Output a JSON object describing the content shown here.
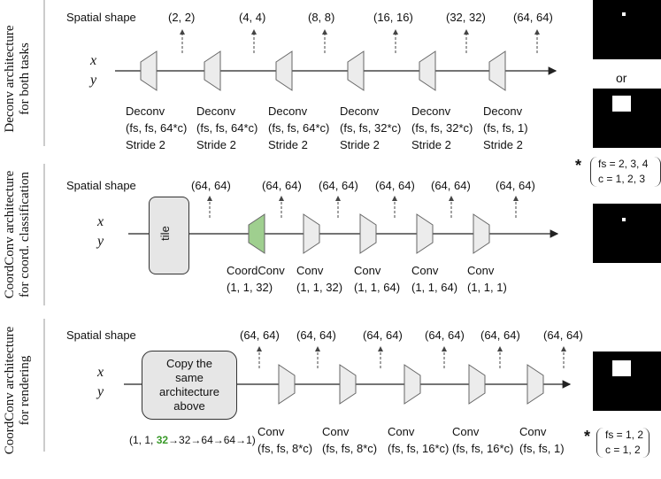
{
  "side_labels": {
    "deconv": [
      "Deconv architecture",
      "for both tasks"
    ],
    "coordclass": [
      "CoordConv architecture",
      "for coord. classification"
    ],
    "render": [
      "CoordConv architecture",
      "for rendering"
    ]
  },
  "input_vars": [
    "x",
    "y"
  ],
  "spatial_shape_label": "Spatial shape",
  "deconv_row": {
    "shapes": [
      "(2, 2)",
      "(4, 4)",
      "(8, 8)",
      "(16, 16)",
      "(32, 32)",
      "(64, 64)"
    ],
    "layers": [
      {
        "name": "Deconv",
        "params": "(fs, fs, 64*c)",
        "stride": "Stride 2"
      },
      {
        "name": "Deconv",
        "params": "(fs, fs, 64*c)",
        "stride": "Stride 2"
      },
      {
        "name": "Deconv",
        "params": "(fs, fs, 64*c)",
        "stride": "Stride 2"
      },
      {
        "name": "Deconv",
        "params": "(fs, fs, 32*c)",
        "stride": "Stride 2"
      },
      {
        "name": "Deconv",
        "params": "(fs, fs, 32*c)",
        "stride": "Stride 2"
      },
      {
        "name": "Deconv",
        "params": "(fs, fs, 1)",
        "stride": "Stride 2"
      }
    ]
  },
  "coord_row": {
    "tile_label": "tile",
    "shapes": [
      "(64, 64)",
      "(64, 64)",
      "(64, 64)",
      "(64, 64)",
      "(64, 64)",
      "(64, 64)"
    ],
    "layers": [
      {
        "name": "CoordConv",
        "params": "(1, 1, 32)"
      },
      {
        "name": "Conv",
        "params": "(1, 1, 32)"
      },
      {
        "name": "Conv",
        "params": "(1, 1, 64)"
      },
      {
        "name": "Conv",
        "params": "(1, 1, 64)"
      },
      {
        "name": "Conv",
        "params": "(1, 1, 1)"
      }
    ],
    "accent_color": "#9fcf8f"
  },
  "render_row": {
    "copy_label": "Copy the same architecture above",
    "note_prefix": "(1, 1, ",
    "note_highlight": "32",
    "note_suffix": "→32→64→64→1)",
    "shapes": [
      "(64, 64)",
      "(64, 64)",
      "(64, 64)",
      "(64, 64)",
      "(64, 64)",
      "(64, 64)"
    ],
    "layers": [
      {
        "name": "Conv",
        "params": "(fs, fs, 8*c)"
      },
      {
        "name": "Conv",
        "params": "(fs, fs, 8*c)"
      },
      {
        "name": "Conv",
        "params": "(fs, fs, 16*c)"
      },
      {
        "name": "Conv",
        "params": "(fs, fs, 16*c)"
      },
      {
        "name": "Conv",
        "params": "(fs, fs, 1)"
      }
    ]
  },
  "right_panel": {
    "or_label": "or",
    "hyper1": {
      "star": "*",
      "line1": "fs = 2, 3, 4",
      "line2": "c  = 1, 2, 3"
    },
    "hyper2": {
      "star": "*",
      "line1": "fs = 1, 2",
      "line2": "c  = 1, 2"
    }
  },
  "colors": {
    "layer_fill": "#ececec",
    "layer_stroke": "#666666",
    "image_bg": "#000000"
  }
}
